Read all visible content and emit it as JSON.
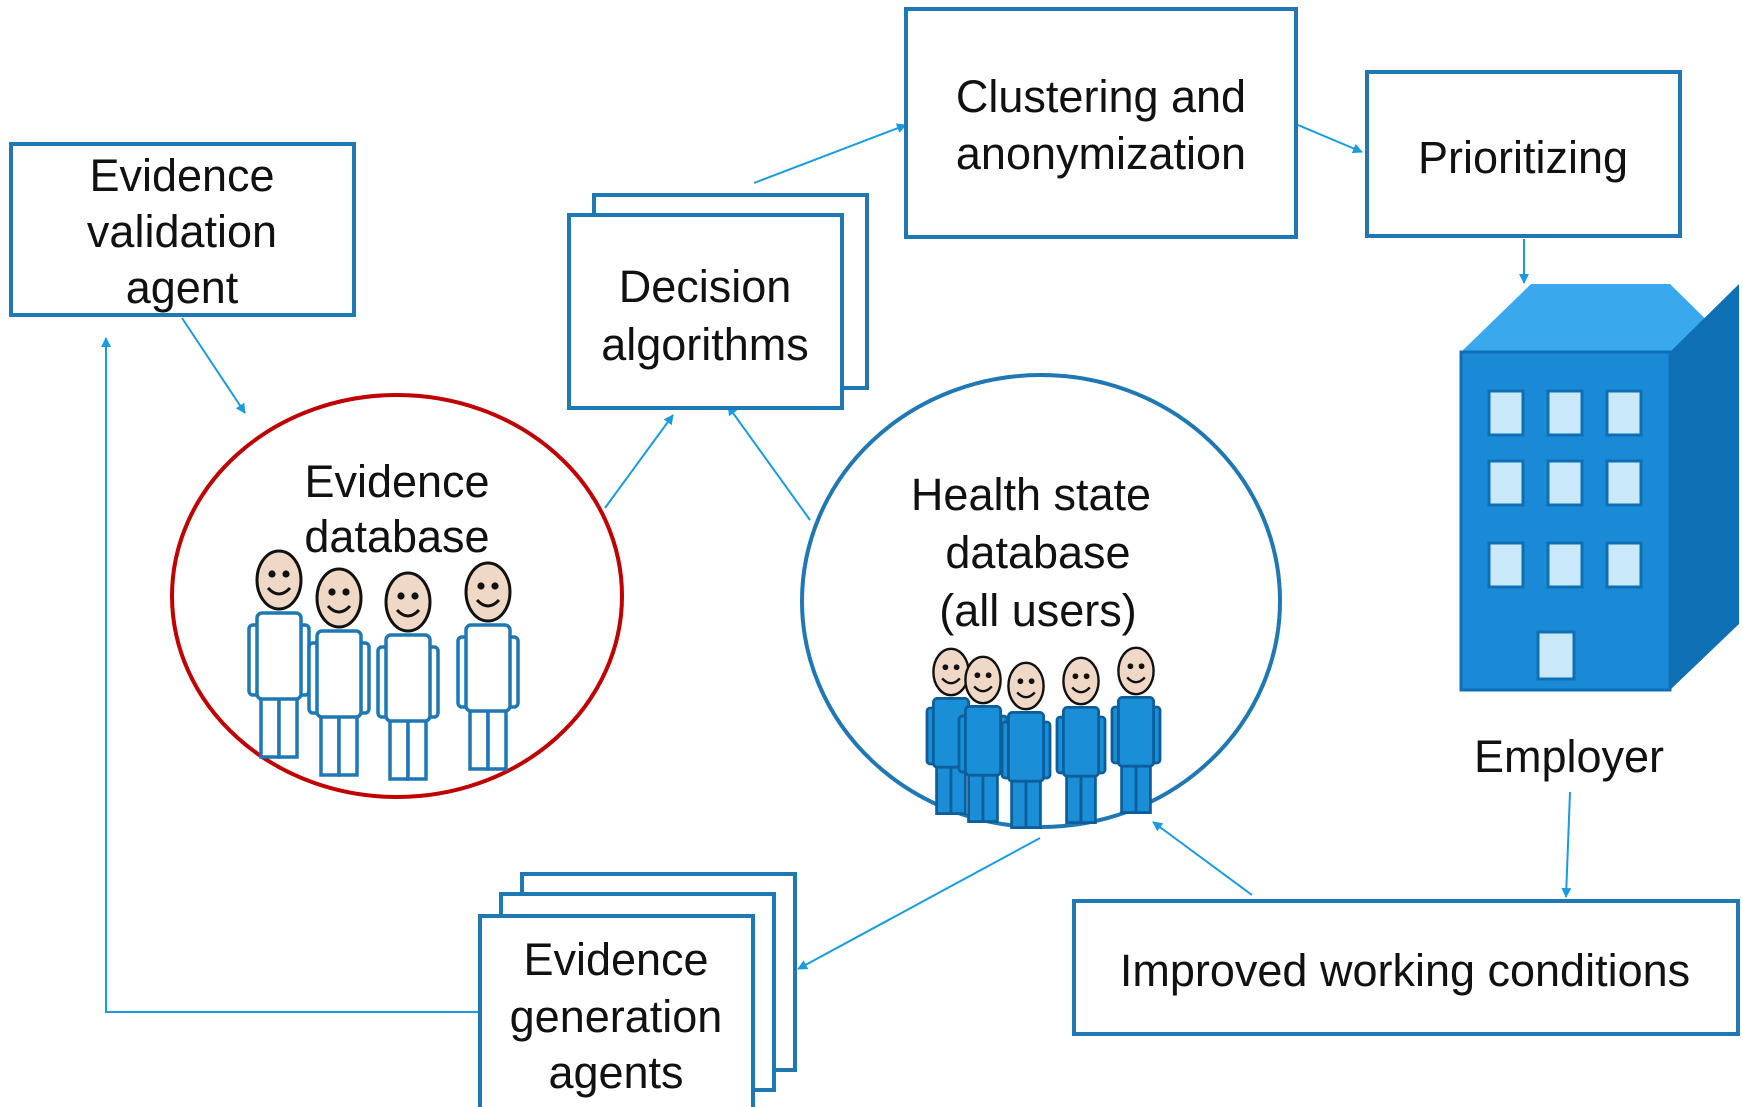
{
  "nodes": {
    "evidence_validation_agent": [
      "Evidence",
      "validation",
      "agent"
    ],
    "decision_algorithms": [
      "Decision",
      "algorithms"
    ],
    "clustering_anonymization": [
      "Clustering and",
      "anonymization"
    ],
    "prioritizing": [
      "Prioritizing"
    ],
    "evidence_database": [
      "Evidence",
      "database"
    ],
    "health_state_database": [
      "Health state",
      "database",
      "(all users)"
    ],
    "employer": "Employer",
    "evidence_generation_agents": [
      "Evidence",
      "generation",
      "agents"
    ],
    "improved_working_conditions": "Improved working conditions"
  },
  "colors": {
    "box_border": "#1f77b4",
    "arrow": "#1a9be0",
    "evidence_db_border": "#c00000",
    "health_db_border": "#1f77b4",
    "person_light_fill": "#ffffff",
    "person_light_stroke": "#1f77b4",
    "person_blue_fill": "#1a8fd8",
    "face": "#efd8c6",
    "building_front": "#1b8ad6",
    "building_side": "#0f6fb5",
    "building_top": "#3aa8ec",
    "window": "#c9e9fb"
  },
  "icons": [
    "person-icon",
    "building-icon"
  ]
}
